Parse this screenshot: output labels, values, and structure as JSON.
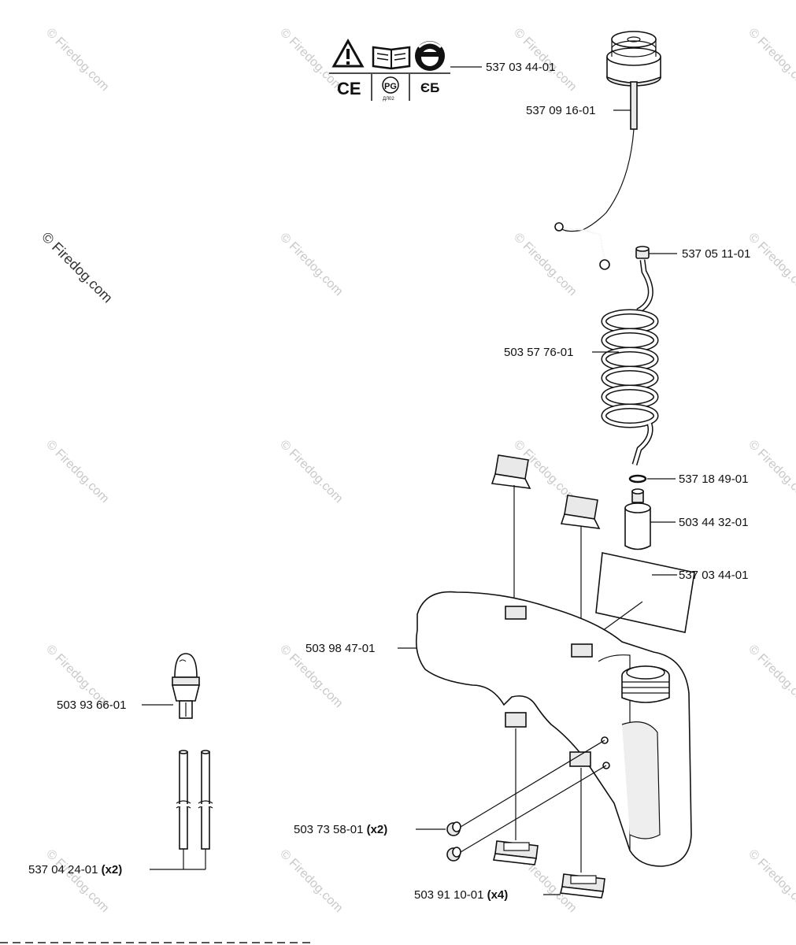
{
  "watermark": "© Firedog.com",
  "labels": {
    "decal_set": "537 03 44-01",
    "tank_cap": "537 09 16-01",
    "fuel_filter_fitting": "537 05 11-01",
    "fuel_hose": "503 57 76-01",
    "o_ring": "537 18 49-01",
    "fuel_filter": "503 44 32-01",
    "decal": "537 03 44-01",
    "fuel_tank": "503 98 47-01",
    "primer_bulb": "503 93 66-01",
    "plug": "503 73 58-01",
    "plug_qty": "(x2)",
    "fuel_lines": "537 04 24-01",
    "fuel_lines_qty": "(x2)",
    "vibration_damper": "503 91 10-01",
    "vibration_damper_qty": "(x4)"
  },
  "symbols": {
    "ce_mark": "CE",
    "pg_mark": "PG",
    "pg_sub": "ДЛ02",
    "eac_mark": "ЄБ"
  },
  "icons": [
    "warning-triangle-icon",
    "manual-book-icon",
    "helmet-icon"
  ]
}
